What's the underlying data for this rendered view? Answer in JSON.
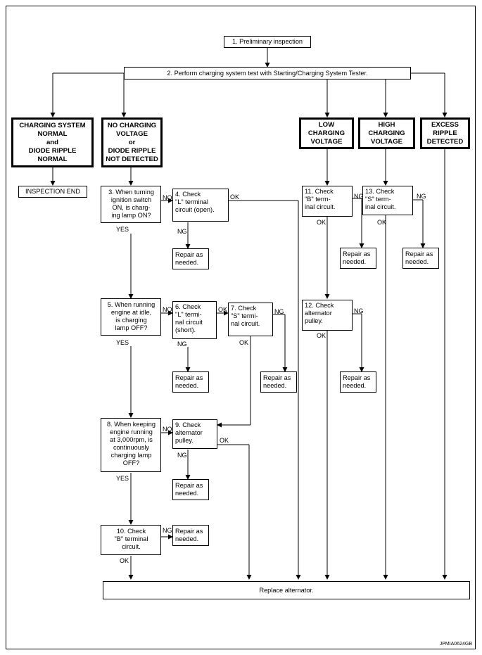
{
  "steps": {
    "s1": "1. Preliminary inspection",
    "s2": "2. Perform charging system test with Starting/Charging System Tester.",
    "s3": "3. When turning\nignition switch\nON, is charg-\ning lamp ON?",
    "s4": "4. Check\n\"L\" terminal\ncircuit (open).",
    "s5": "5. When running\nengine at idle,\nis charging\nlamp OFF?",
    "s6": "6. Check\n\"L\" termi-\nnal circuit\n(short).",
    "s7": "7. Check\n\"S\" termi-\nnal circuit.",
    "s8": "8. When keeping\nengine running\nat 3,000rpm, is\ncontinuously\ncharging lamp\nOFF?",
    "s9": "9. Check\nalternator\npulley.",
    "s10": "10. Check\n\"B\" terminal\ncircuit.",
    "s11": "11. Check\n\"B\" term-\ninal circuit.",
    "s12": "12. Check\nalternator\npulley.",
    "s13": "13. Check\n\"S\" term-\ninal circuit."
  },
  "results": {
    "r1": "CHARGING SYSTEM\nNORMAL\nand\nDIODE RIPPLE\nNORMAL",
    "r2": "NO CHARGING\nVOLTAGE\nor\nDIODE RIPPLE\nNOT DETECTED",
    "r3": "LOW\nCHARGING\nVOLTAGE",
    "r4": "HIGH\nCHARGING\nVOLTAGE",
    "r5": "EXCESS\nRIPPLE\nDETECTED"
  },
  "inspection_end": "INSPECTION END",
  "repair": "Repair as\nneeded.",
  "replace": "Replace alternator.",
  "labels": {
    "yes": "YES",
    "no": "NO",
    "ok": "OK",
    "ng": "NG"
  },
  "figure_id": "JPMIA0624GB"
}
